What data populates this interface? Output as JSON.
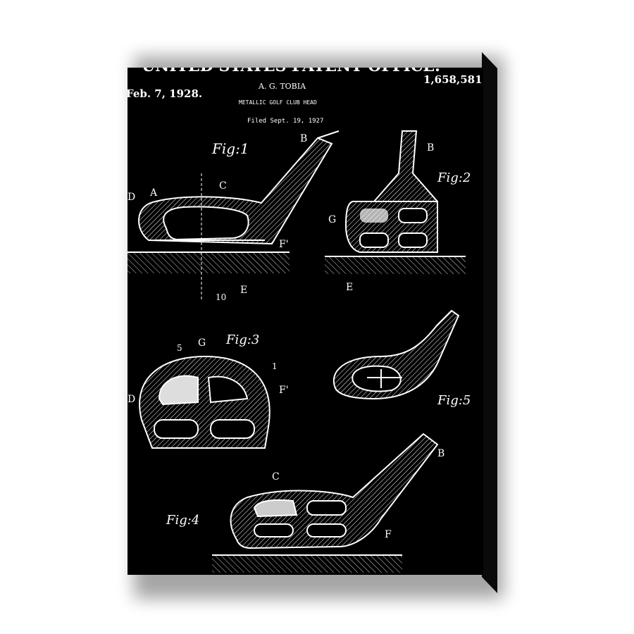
{
  "patent": {
    "office": "UNITED STATES PATENT OFFICE.",
    "date": "Feb. 7, 1928.",
    "inventor": "A. G. TOBIA",
    "number": "1,658,581",
    "title": "METALLIC GOLF CLUB HEAD",
    "filed": "Filed Sept. 19, 1927"
  },
  "figures": {
    "fig1": "Fig:1",
    "fig2": "Fig:2",
    "fig3": "Fig:3",
    "fig4": "Fig:4",
    "fig5": "Fig:5"
  },
  "colors": {
    "background": "#000000",
    "ink": "#ffffff"
  }
}
